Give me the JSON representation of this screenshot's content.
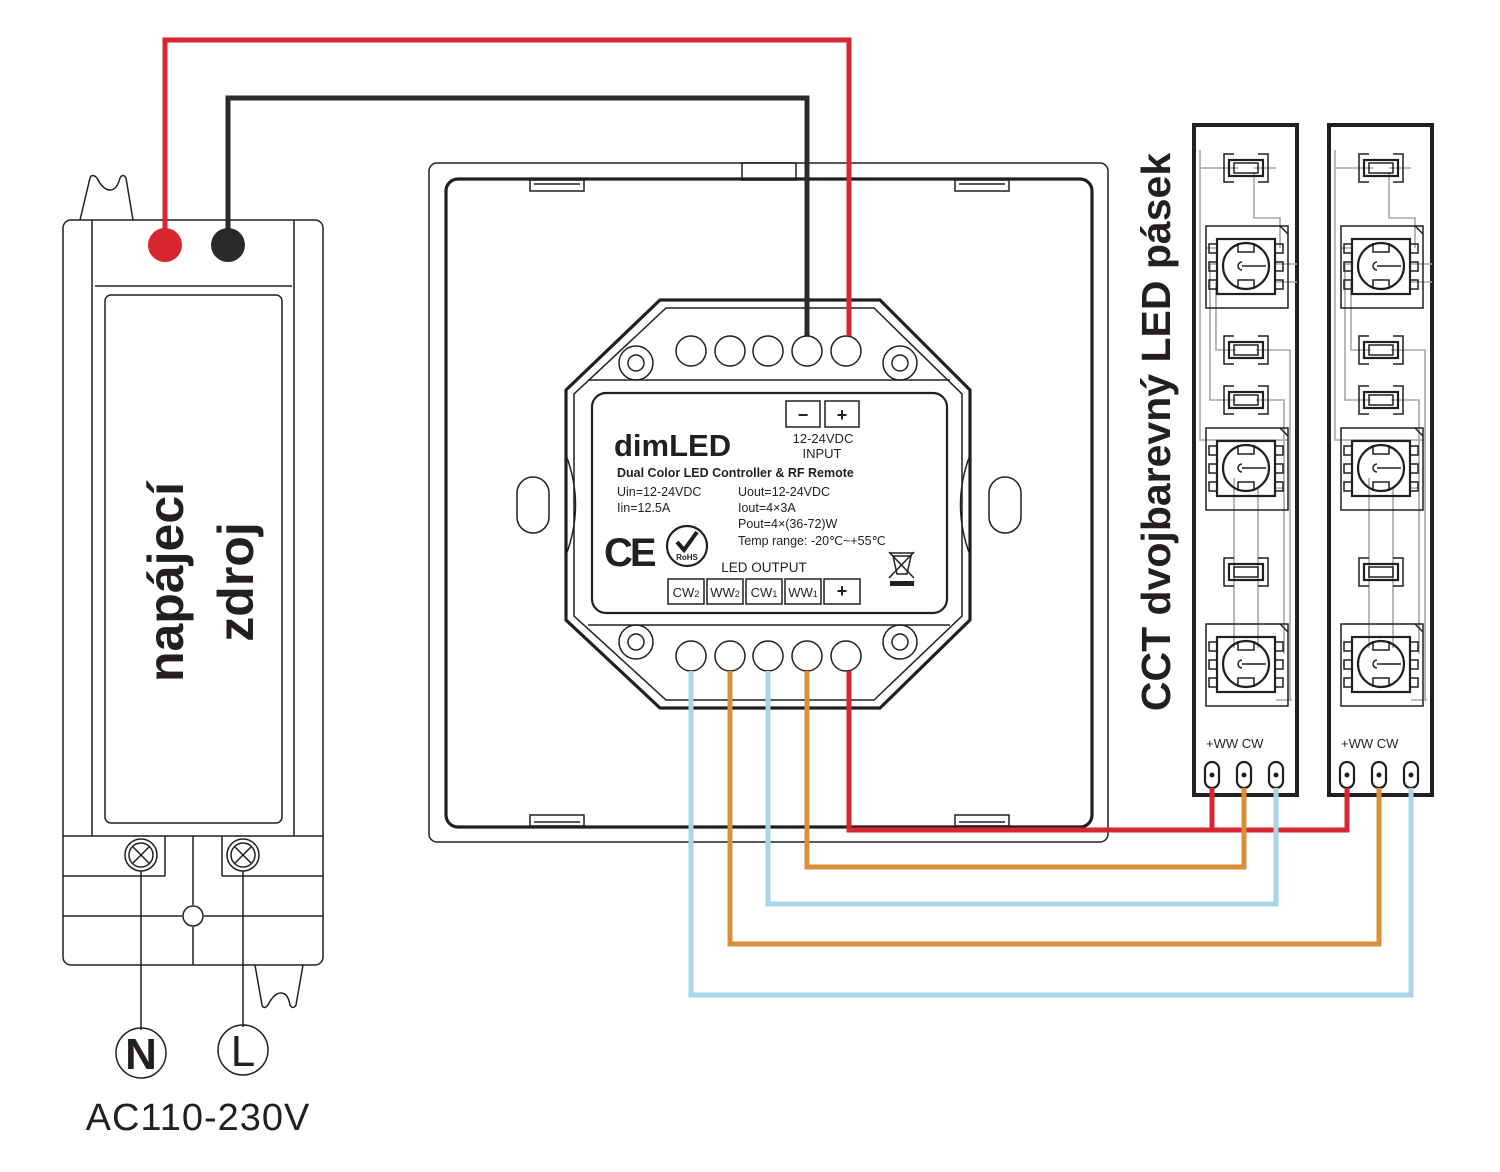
{
  "colors": {
    "positive": "#d7262f",
    "negative": "#2a2a2a",
    "warm_white": "#da8f3b",
    "cold_white": "#a8d6e6",
    "outline": "#231f20",
    "pcb_trace": "#a7a7a7",
    "live_label": "#c9252c"
  },
  "power_supply": {
    "label_line1": "napájecí",
    "label_line2": "zdroj",
    "neutral_label": "N",
    "live_label": "L",
    "voltage": "AC110-230V"
  },
  "controller": {
    "brand": "dimLED",
    "product": "Dual Color LED Controller & RF Remote",
    "input_terminals": [
      "−",
      "+"
    ],
    "input_voltage": "12-24VDC",
    "input_label": "INPUT",
    "specs_left": [
      "Uin=12-24VDC",
      "Iin=12.5A"
    ],
    "specs_right": [
      "Uout=12-24VDC",
      "Iout=4×3A",
      "Pout=4×(36-72)W",
      "Temp range: -20℃~+55℃"
    ],
    "ce_mark": "CE",
    "rohs_mark": "RoHS",
    "output_label": "LED OUTPUT",
    "output_terminals": [
      {
        "name": "CW",
        "sub": "2"
      },
      {
        "name": "WW",
        "sub": "2"
      },
      {
        "name": "CW",
        "sub": "1"
      },
      {
        "name": "WW",
        "sub": "1"
      },
      {
        "name": "+",
        "sub": ""
      }
    ]
  },
  "led_strip": {
    "title": "CCT dvojbarevný LED pásek",
    "pad_labels": [
      "+",
      "WW",
      "CW"
    ],
    "strip_count": 2
  }
}
